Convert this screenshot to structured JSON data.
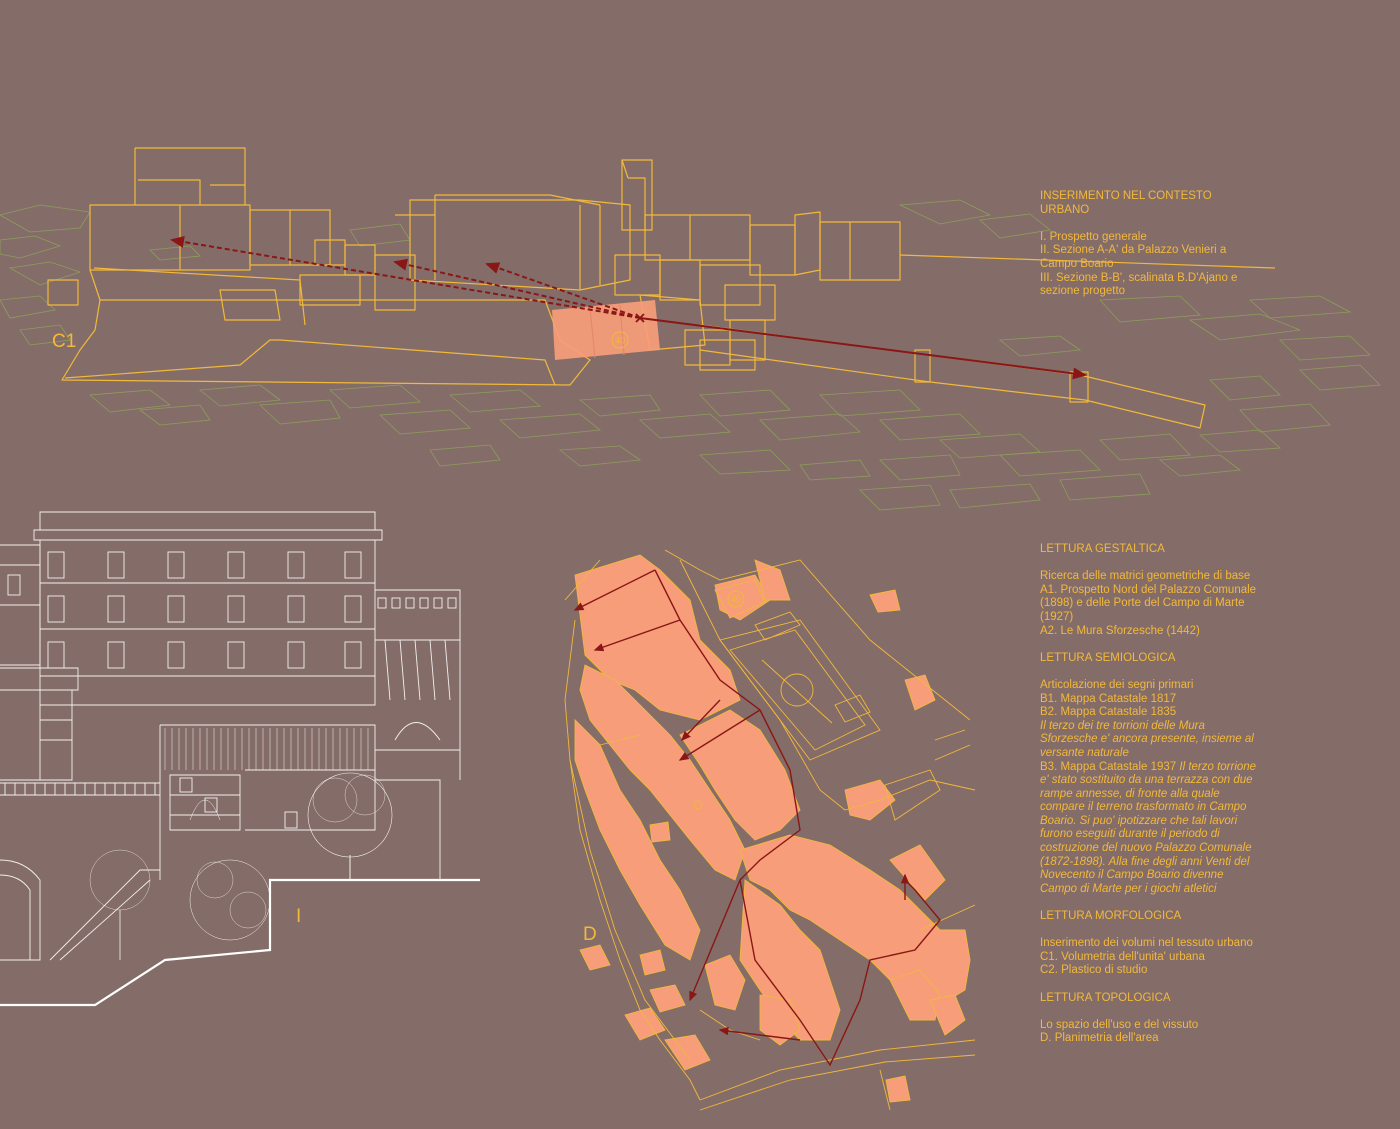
{
  "labels": {
    "c1": "C1",
    "i": "I",
    "d": "D",
    "badge_axo": "40",
    "badge_plan": "40"
  },
  "context_block": {
    "title_1": "INSERIMENTO NEL CONTESTO",
    "title_2": "URBANO",
    "item_1": "I. Prospetto generale",
    "item_2a": "II. Sezione A-A' da Palazzo Venieri a",
    "item_2b": "Campo Boario",
    "item_3a": "III. Sezione B-B', scalinata B.D'Ajano e",
    "item_3b": "sezione progetto"
  },
  "reading_block": {
    "gestaltica": {
      "title": "LETTURA GESTALTICA",
      "intro": "Ricerca delle matrici geometriche di base",
      "l1": "A1. Prospetto Nord del Palazzo Comunale",
      "l2": "(1898) e delle Porte del Campo di Marte",
      "l3": "(1927)",
      "l4": "A2. Le Mura Sforzesche (1442)"
    },
    "semiologica": {
      "title": "LETTURA SEMIOLOGICA",
      "intro": "Articolazione dei segni primari",
      "b1": "B1. Mappa Catastale 1817",
      "b2": "B2. Mappa Catastale 1835",
      "i1": "Il terzo dei tre torrioni delle Mura",
      "i2": "Sforzesche e' ancora presente, insieme al",
      "i3": "versante naturale",
      "b3_plain": "B3. Mappa Catastale 1937 ",
      "b3_ital": "Il terzo torrione",
      "i4": "e' stato sostituito da una terrazza con due",
      "i5": "rampe annesse, di fronte alla quale",
      "i6": "compare il terreno trasformato in Campo",
      "i7": "Boario. Si puo' ipotizzare che tali lavori",
      "i8": "furono eseguiti durante il periodo di",
      "i9": "costruzione del nuovo Palazzo Comunale",
      "i10": "(1872-1898). Alla fine degli anni Venti del",
      "i11": "Novecento il Campo Boario divenne",
      "i12": "Campo di Marte per i giochi atletici"
    },
    "morfologica": {
      "title": "LETTURA MORFOLOGICA",
      "intro": "Inserimento dei volumi nel tessuto urbano",
      "c1": "C1. Volumetria dell'unita' urbana",
      "c2": "C2. Plastico di studio"
    },
    "topologica": {
      "title": "LETTURA TOPOLOGICA",
      "intro": "Lo spazio dell'uso e del vissuto",
      "d": "D. Planimetria dell'area"
    }
  },
  "colors": {
    "background": "#846d68",
    "text": "#f2b83b",
    "building_line": "#f2b83b",
    "context_line": "#8fa25a",
    "highlight": "#f79d7a",
    "arrow": "#8a1616",
    "elevation_line": "#ffffff"
  }
}
